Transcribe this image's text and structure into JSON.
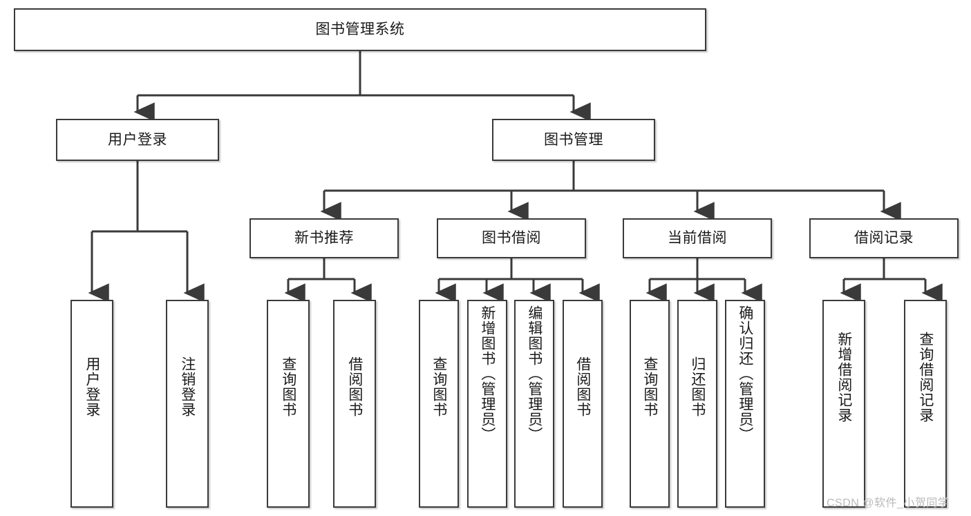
{
  "diagram": {
    "type": "tree-hierarchy",
    "title": "图书管理系统",
    "watermark": "CSDN @软件_小贺同学",
    "colors": {
      "box_border": "#3a3a3a",
      "box_fill": "#ffffff",
      "connector": "#3a3a3a",
      "text": "#1a1a1a",
      "watermark": "#b9b9b9",
      "background": "#ffffff"
    },
    "nodes": {
      "root": {
        "label": "图书管理系统",
        "level": 0,
        "orientation": "horizontal"
      },
      "user_login": {
        "label": "用户登录",
        "level": 1,
        "orientation": "horizontal"
      },
      "book_manage": {
        "label": "图书管理",
        "level": 1,
        "orientation": "horizontal"
      },
      "new_book_rec": {
        "label": "新书推荐",
        "level": 2,
        "orientation": "horizontal"
      },
      "book_borrow": {
        "label": "图书借阅",
        "level": 2,
        "orientation": "horizontal"
      },
      "current_borrow": {
        "label": "当前借阅",
        "level": 2,
        "orientation": "horizontal"
      },
      "borrow_record": {
        "label": "借阅记录",
        "level": 2,
        "orientation": "horizontal"
      },
      "leaf_user_login": {
        "label": "用户登录",
        "level": 3,
        "orientation": "vertical"
      },
      "leaf_logout": {
        "label": "注销登录",
        "level": 3,
        "orientation": "vertical"
      },
      "leaf_query_book_1": {
        "label": "查询图书",
        "level": 3,
        "orientation": "vertical"
      },
      "leaf_borrow_book_1": {
        "label": "借阅图书",
        "level": 3,
        "orientation": "vertical"
      },
      "leaf_query_book_2": {
        "label": "查询图书",
        "level": 3,
        "orientation": "vertical"
      },
      "leaf_add_book": {
        "label": "新增图书（管理员）",
        "level": 3,
        "orientation": "vertical"
      },
      "leaf_edit_book": {
        "label": "编辑图书（管理员）",
        "level": 3,
        "orientation": "vertical"
      },
      "leaf_borrow_book_2": {
        "label": "借阅图书",
        "level": 3,
        "orientation": "vertical"
      },
      "leaf_query_book_3": {
        "label": "查询图书",
        "level": 3,
        "orientation": "vertical"
      },
      "leaf_return_book": {
        "label": "归还图书",
        "level": 3,
        "orientation": "vertical"
      },
      "leaf_confirm_return": {
        "label": "确认归还（管理员）",
        "level": 3,
        "orientation": "vertical"
      },
      "leaf_add_record": {
        "label": "新增借阅记录",
        "level": 3,
        "orientation": "vertical"
      },
      "leaf_query_record": {
        "label": "查询借阅记录",
        "level": 3,
        "orientation": "vertical"
      }
    },
    "edges": [
      {
        "from": "root",
        "to": "user_login"
      },
      {
        "from": "root",
        "to": "book_manage"
      },
      {
        "from": "user_login",
        "to": "leaf_user_login"
      },
      {
        "from": "user_login",
        "to": "leaf_logout"
      },
      {
        "from": "book_manage",
        "to": "new_book_rec"
      },
      {
        "from": "book_manage",
        "to": "book_borrow"
      },
      {
        "from": "book_manage",
        "to": "current_borrow"
      },
      {
        "from": "book_manage",
        "to": "borrow_record"
      },
      {
        "from": "new_book_rec",
        "to": "leaf_query_book_1"
      },
      {
        "from": "new_book_rec",
        "to": "leaf_borrow_book_1"
      },
      {
        "from": "book_borrow",
        "to": "leaf_query_book_2"
      },
      {
        "from": "book_borrow",
        "to": "leaf_add_book"
      },
      {
        "from": "book_borrow",
        "to": "leaf_edit_book"
      },
      {
        "from": "book_borrow",
        "to": "leaf_borrow_book_2"
      },
      {
        "from": "current_borrow",
        "to": "leaf_query_book_3"
      },
      {
        "from": "current_borrow",
        "to": "leaf_return_book"
      },
      {
        "from": "current_borrow",
        "to": "leaf_confirm_return"
      },
      {
        "from": "borrow_record",
        "to": "leaf_add_record"
      },
      {
        "from": "borrow_record",
        "to": "leaf_query_record"
      }
    ]
  }
}
